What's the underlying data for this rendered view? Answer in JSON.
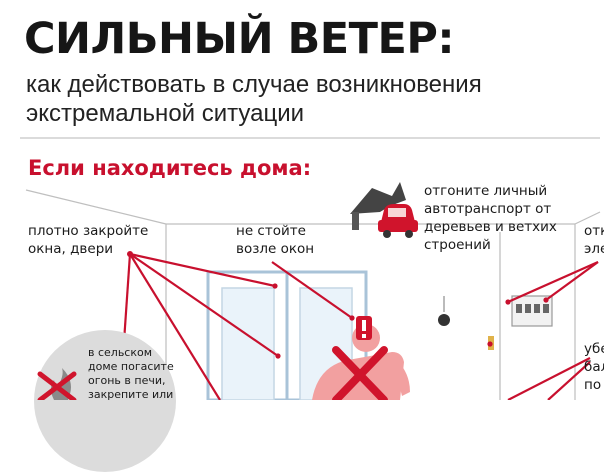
{
  "header": {
    "title": "СИЛЬНЫЙ ВЕТЕР:",
    "subtitle_line1": "как действовать в случае возникновения",
    "subtitle_line2": "экстремальной ситуации"
  },
  "section_title": "Если находитесь дома:",
  "tips": {
    "close_windows": [
      "плотно закройте",
      "окна, двери"
    ],
    "away_from_windows": [
      "не стойте",
      "возле окон"
    ],
    "move_car": [
      "отгоните личный",
      "автотранспорт от",
      "деревьев и ветхих",
      "строений"
    ],
    "right_top_partial": [
      "отк",
      "эле"
    ],
    "right_bottom_partial": [
      "убе",
      "бал",
      "по"
    ],
    "rural_fire": [
      "в сельском",
      "доме погасите",
      "огонь в печи,",
      "закрепите или"
    ]
  },
  "colors": {
    "accent": "#c8102e",
    "figure": "#f2a0a0"
  },
  "icons": [
    "tree-icon",
    "car-icon",
    "warning-icon",
    "cross-icon",
    "fire-icon",
    "electric-panel-icon",
    "lamp-icon"
  ]
}
